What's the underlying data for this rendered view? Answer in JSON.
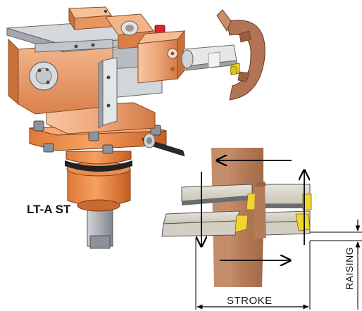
{
  "labels": {
    "model": "LT-A ST",
    "stroke": "STROKE",
    "raising": "RAISING"
  },
  "colors": {
    "copper_light": "#f2b58c",
    "copper_mid": "#e28c56",
    "copper_dark": "#b8582a",
    "steel": "#9aa0a6",
    "steel_dark": "#5a5f66",
    "jaw_brown": "#b47a56",
    "pipe_fill": "#d6d2c6",
    "pipe_dark": "#7d7f80",
    "weld_yellow": "#f0d530"
  },
  "icons": {
    "motion_arrows": "arrow",
    "dimension_lines": "dimension"
  }
}
